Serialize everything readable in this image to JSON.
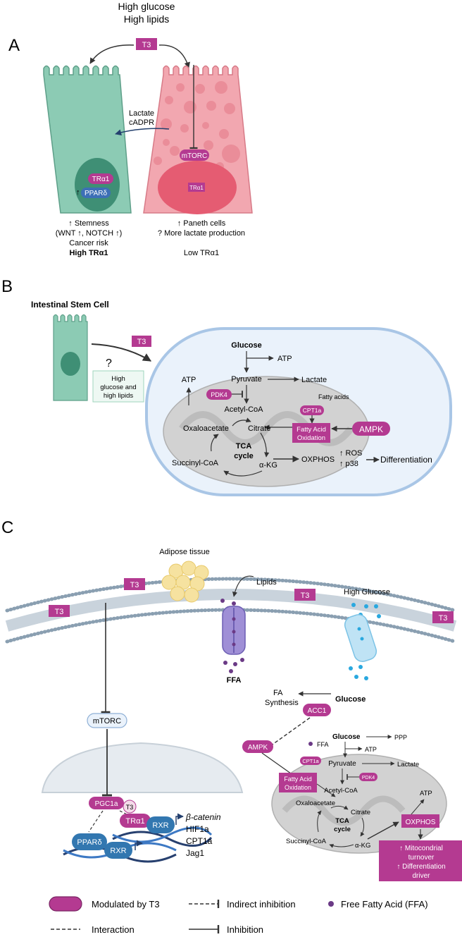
{
  "panel_a": {
    "letter": "A",
    "header_line1": "High glucose",
    "header_line2": "High lipids",
    "t3_label": "T3",
    "lactate_label": "Lactate",
    "cadpr_label": "cADPR",
    "tra1_stem_label": "TRα1",
    "ppard_label": "PPARδ",
    "ppard_arrow": "↑",
    "mtorc_label": "mTORC",
    "tra1_paneth_label": "TRα1",
    "left_caption": [
      "↑ Stemness",
      "(WNT ↑, NOTCH ↑)",
      "Cancer risk",
      "High TRα1"
    ],
    "right_caption": [
      "↑  Paneth cells",
      "? More lactate production",
      "",
      "Low TRα1"
    ]
  },
  "panel_b": {
    "letter": "B",
    "stem_cell_title": "Intestinal Stem Cell",
    "question_mark": "?",
    "condition_box": [
      "High",
      "glucose and",
      "high lipids"
    ],
    "t3_label": "T3",
    "glucose": "Glucose",
    "atp_top": "ATP",
    "pyruvate": "Pyruvate",
    "lactate": "Lactate",
    "atp_left": "ATP",
    "pdk4": "PDK4",
    "fatty_acids": "Fatty acids",
    "cpt1a": "CPT1a",
    "acetyl_coa": "Acetyl-CoA",
    "oxaloacetate": "Oxaloacetate",
    "citrate": "Citrate",
    "fao_line1": "Fatty Acid",
    "fao_line2": "Oxidation",
    "ampk": "AMPK",
    "tca_line1": "TCA",
    "tca_line2": "cycle",
    "succinyl": "Succinyl-CoA",
    "akg": "α-KG",
    "oxphos": "OXPHOS",
    "ros": "↑ ROS",
    "p38": "↑ p38",
    "differentiation": "Differentiation"
  },
  "panel_c": {
    "letter": "C",
    "adipose": "Adipose tissue",
    "lipids": "Lipids",
    "high_glucose": "High Glucose",
    "t3_labels": [
      "T3",
      "T3",
      "T3",
      "T3"
    ],
    "ffa": "FFA",
    "fa_synthesis": [
      "FA",
      "Synthesis"
    ],
    "glucose": "Glucose",
    "acc1": "ACC1",
    "mtorc": "mTORC",
    "ampk": "AMPK",
    "ffa_small": "FFA",
    "glucose_small": "Glucose",
    "ppp": "PPP",
    "atp_small": "ATP",
    "cpt1a": "CPT1a",
    "pyruvate": "Pyruvate",
    "lactate": "Lactate",
    "pdk4": "PDK4",
    "fao_line1": "Fatty Acid",
    "fao_line2": "Oxidation",
    "acetyl_coa": "Acetyl-CoA",
    "atp_right": "ATP",
    "oxaloacetate": "Oxaloacetate",
    "citrate": "Citrate",
    "tca_line1": "TCA",
    "tca_line2": "cycle",
    "oxphos": "OXPHOS",
    "succinyl": "Succinyl-CoA",
    "akg": "α-KG",
    "result_box": [
      "↑ Mitocondrial",
      "turnover",
      "↑ Differentiation",
      "driver"
    ],
    "pgc1a": "PGC1a",
    "t3_small": "T3",
    "tra1": "TRα1",
    "rxr_top": "RXR",
    "ppard": "PPARδ",
    "rxr_bottom": "RXR",
    "targets": [
      "β-catenin",
      "HIF1a",
      "CPT1a",
      "Jag1"
    ]
  },
  "legend": {
    "modulated": "Modulated by T3",
    "indirect": "Indirect inhibition",
    "ffa": "Free Fatty Acid (FFA)",
    "interaction": "Interaction",
    "inhibition": "Inhibition"
  },
  "colors": {
    "magenta": "#b43a91",
    "stem_green": "#8ccbb4",
    "paneth_pink": "#f2a7b0",
    "blue_cell": "#eaf2fb",
    "mito_gray": "#d2d2d2",
    "ffa_purple": "#6b3a86",
    "glucose_blue": "#29a8df"
  }
}
